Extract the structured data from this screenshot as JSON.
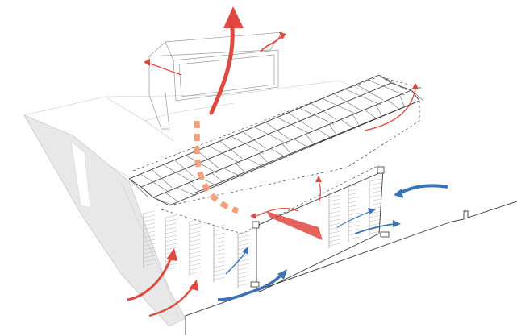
{
  "diagram": {
    "colors": {
      "warm_air": "#e0483f",
      "warm_air_faded": "#f2a07a",
      "cool_air": "#3b72b6",
      "structure": "#3a3a3a",
      "ghost_structure": "#c9c9c9",
      "wall_shade": "#e6e6e6"
    },
    "elements": [
      "roof-truss",
      "rooflight-monitor",
      "column-bays",
      "perimeter-wall",
      "ground-line",
      "warm-air-flow",
      "cool-air-flow"
    ]
  }
}
